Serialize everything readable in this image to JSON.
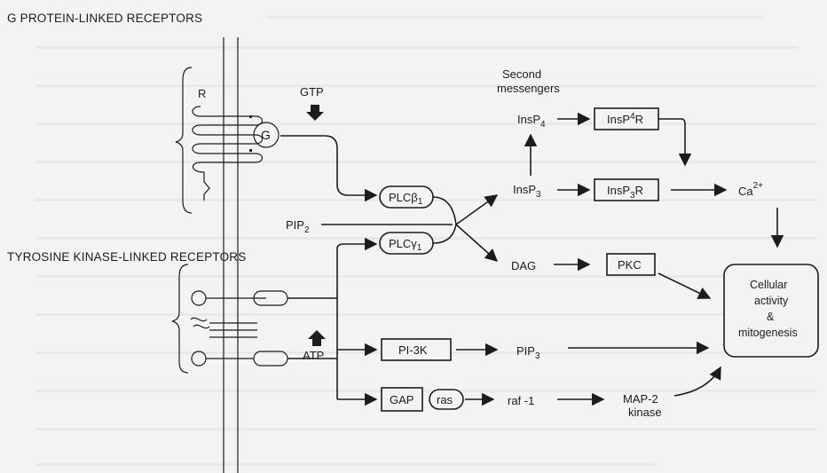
{
  "titles": {
    "g_protein": "G PROTEIN-LINKED RECEPTORS",
    "tyrosine": "TYROSINE KINASE-LINKED RECEPTORS"
  },
  "labels": {
    "r": "R",
    "g": "G",
    "gtp": "GTP",
    "atp": "ATP",
    "pip2": "PIP2",
    "plc_beta1": "PLCβ1",
    "plc_gamma1": "PLCγ1",
    "second_messengers_1": "Second",
    "second_messengers_2": "messengers",
    "insp4": "InsP4",
    "insp3": "InsP3",
    "insp4r": "InsP4R",
    "insp3r": "InsP3R",
    "ca": "Ca2+",
    "dag": "DAG",
    "pkc": "PKC",
    "pi3k": "PI-3K",
    "pip3": "PIP3",
    "gap": "GAP",
    "ras": "ras",
    "raf1": "raf -1",
    "map2_1": "MAP-2",
    "map2_2": "kinase",
    "cellular_1": "Cellular",
    "cellular_2": "activity",
    "cellular_3": "&",
    "cellular_4": "mitogenesis"
  },
  "colors": {
    "ink": "#1c1c1c",
    "paper": "#f3f3f2",
    "bleed_through": "#cfcfcc"
  }
}
